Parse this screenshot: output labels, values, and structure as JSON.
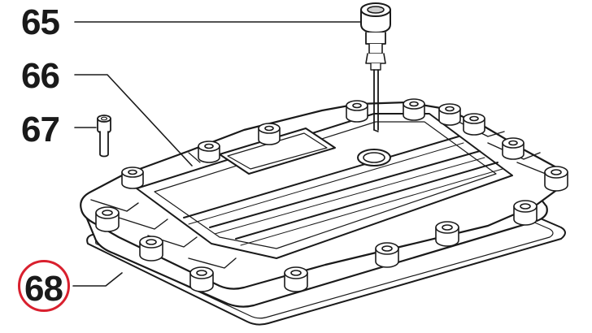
{
  "callouts": {
    "p65": "65",
    "p66": "66",
    "p67": "67",
    "p68": "68"
  },
  "highlight": {
    "part": "68",
    "color": "#d9202e"
  },
  "colors": {
    "line": "#1a1a1a",
    "part_fill": "#ffffff",
    "shading": "#e6e6e6"
  }
}
